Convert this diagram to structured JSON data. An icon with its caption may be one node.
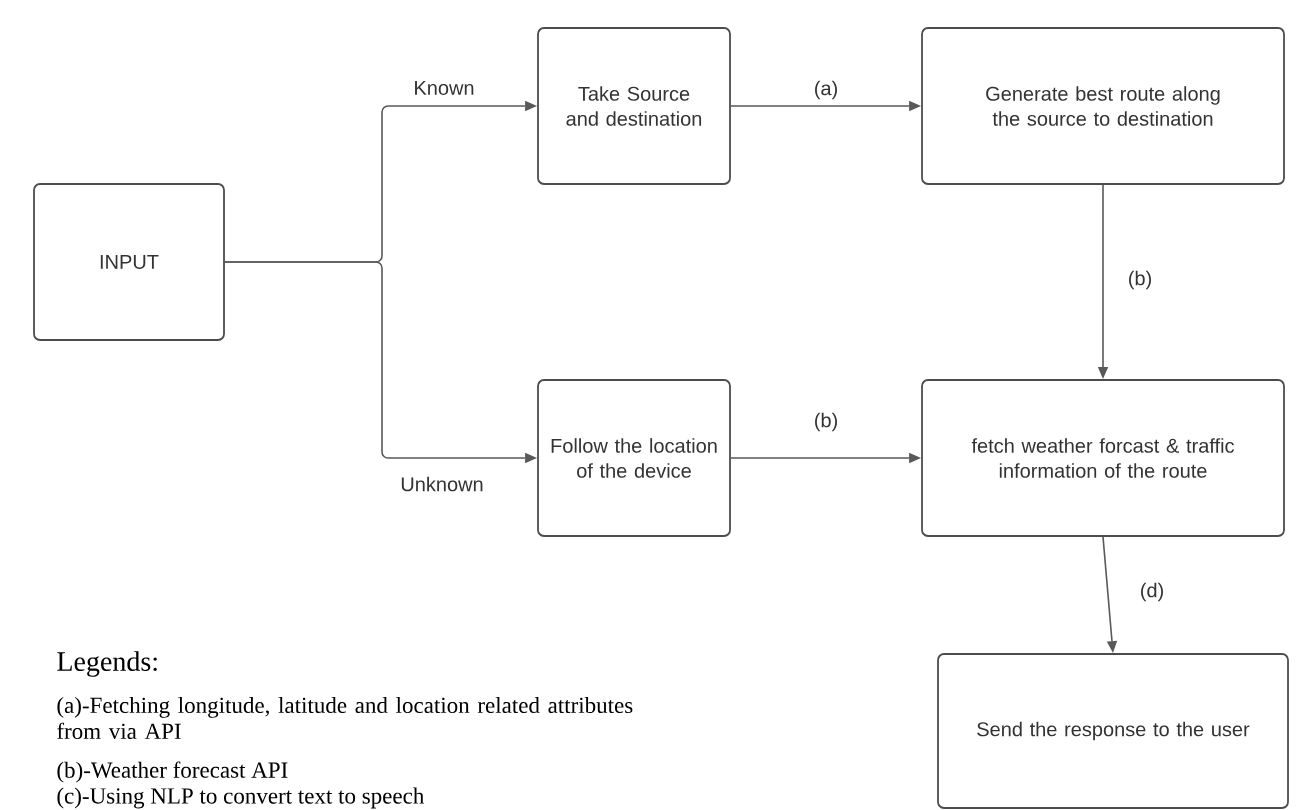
{
  "diagram": {
    "nodes": [
      {
        "text": [
          "INPUT"
        ]
      },
      {
        "text": [
          "Take Source and destination"
        ]
      },
      {
        "text": [
          "Generate best route along the source to destination"
        ]
      },
      {
        "text": [
          "Follow the location of the device"
        ]
      },
      {
        "text": [
          "fetch weather forcast & traffic information of the route"
        ]
      },
      {
        "text": [
          "Send the response to the user"
        ]
      }
    ],
    "edges": [
      {
        "from": 0,
        "to": 1,
        "arrow": "to",
        "label": "Known"
      },
      {
        "from": 0,
        "to": 3,
        "arrow": "to",
        "label": "Unknown"
      },
      {
        "from": 1,
        "to": 2,
        "arrow": "to",
        "label": "(a)"
      },
      {
        "from": 2,
        "to": 4,
        "arrow": "to",
        "label": "(b)"
      },
      {
        "from": 3,
        "to": 4,
        "arrow": "to",
        "label": "(b)"
      },
      {
        "from": 4,
        "to": 5,
        "arrow": "to",
        "label": "(d)"
      }
    ],
    "labels": [
      "Legends:",
      "(a)-Fetching longitude, latitude and location related attributes from via API",
      "(b)-Weather forecast API",
      "(c)-Using NLP to convert text to speech"
    ]
  }
}
